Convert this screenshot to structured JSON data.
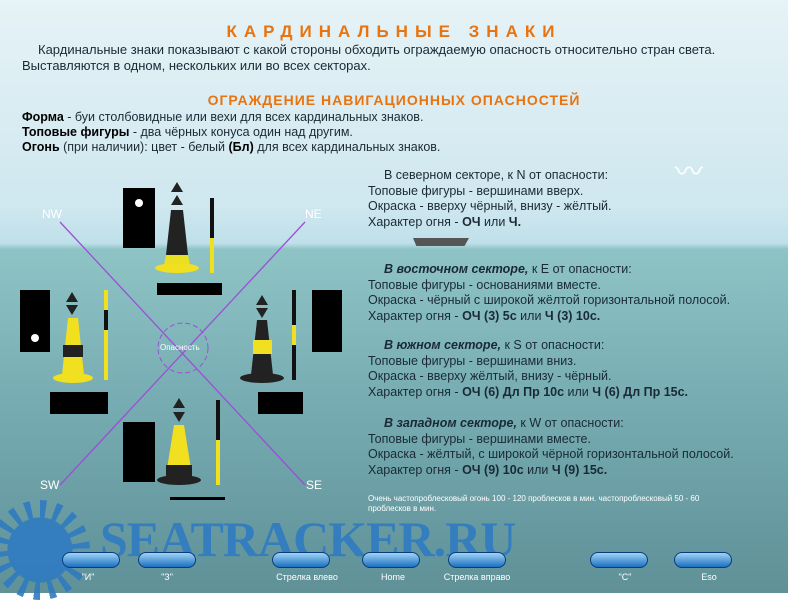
{
  "title": "КАРДИНАЛЬНЫЕ ЗНАКИ",
  "intro": "Кардинальные знаки показывают с какой стороны обходить ограждаемую опасность относительно стран света. Выставляются в одном, нескольких или во всех секторах.",
  "subtitle": "ОГРАЖДЕНИЕ НАВИГАЦИОННЫХ ОПАСНОСТЕЙ",
  "specs": [
    {
      "term": "Форма",
      "text": " - буи столбовидные или вехи для всех кардинальных знаков."
    },
    {
      "term": "Топовые фигуры",
      "text": " - два чёрных конуса один над другим."
    },
    {
      "term": "Огонь",
      "text": " (при наличии): цвет - белый ",
      "bold": "(Бл)",
      "tail": " для всех кардинальных знаков."
    }
  ],
  "diagram": {
    "nw": "NW",
    "ne": "NE",
    "sw": "SW",
    "se": "SE",
    "center": "Опасность"
  },
  "sectors": [
    {
      "head": "В северном секторе,",
      "head_tail": " к N от опасности:",
      "tops": "Топовые фигуры - вершинами вверх.",
      "color": "Окраска - вверху чёрный, внизу - жёлтый.",
      "light_prefix": "Характер огня - ",
      "light_a": "ОЧ",
      "or": " или ",
      "light_b": "Ч."
    },
    {
      "head": "В восточном секторе,",
      "head_tail": " к E от опасности:",
      "tops": "Топовые фигуры - основаниями вместе.",
      "color": "Окраска - чёрный с широкой жёлтой горизонтальной полосой.",
      "light_prefix": "Характер огня - ",
      "light_a": "ОЧ (3) 5с",
      "or": " или ",
      "light_b": "Ч (3) 10с."
    },
    {
      "head": "В южном секторе,",
      "head_tail": " к S от опасности:",
      "tops": "Топовые фигуры - вершинами вниз.",
      "color": "Окраска - вверху жёлтый, внизу - чёрный.",
      "light_prefix": "Характер огня - ",
      "light_a": "ОЧ (6) Дл Пр 10с",
      "or": " или ",
      "light_b": "Ч (6) Дл Пр 15с."
    },
    {
      "head": "В западном секторе,",
      "head_tail": " к W от опасности:",
      "tops": "Топовые фигуры - вершинами вместе.",
      "color": "Окраска - жёлтый, с широкой чёрной горизонтальной полосой.",
      "light_prefix": "Характер огня - ",
      "light_a": "ОЧ (9) 10с",
      "or": " или ",
      "light_b": "Ч (9) 15с."
    }
  ],
  "note": "Очень частопроблесковый огонь 100 - 120 проблесков в мин. частопроблесковый 50 - 60 проблесков в мин.",
  "watermark": "SEATRACKER.RU",
  "nav": [
    {
      "key": "\"И\""
    },
    {
      "key": "\"З\""
    },
    {
      "key": "Стрелка влево"
    },
    {
      "key": "Home"
    },
    {
      "key": "Стрелка вправо"
    },
    {
      "key": "\"С\""
    },
    {
      "key": "Eso"
    }
  ]
}
